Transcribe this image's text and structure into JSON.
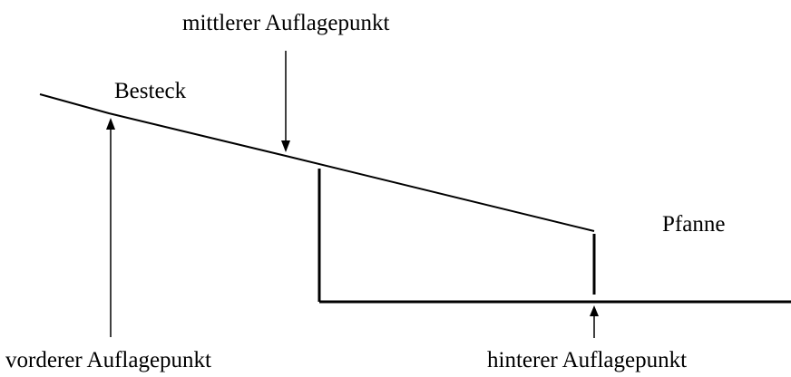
{
  "labels": {
    "middle_support": "mittlerer Auflagepunkt",
    "cutlery": "Besteck",
    "pan": "Pfanne",
    "front_support": "vorderer Auflagepunkt",
    "rear_support": "hinterer Auflagepunkt"
  },
  "colors": {
    "line": "#000000",
    "background": "#ffffff"
  }
}
